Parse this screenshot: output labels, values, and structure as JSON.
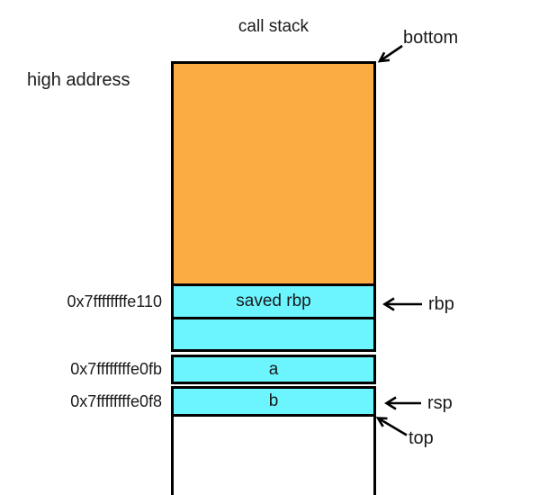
{
  "stack": {
    "title": "call stack",
    "rows": [
      {
        "name": "saved-rbp",
        "label": "saved rbp",
        "address": "0x7ffffffffe110",
        "pointer": "rbp"
      },
      {
        "name": "empty",
        "label": "",
        "address": ""
      },
      {
        "name": "var-a",
        "label": "a",
        "address": "0x7ffffffffe0fb"
      },
      {
        "name": "var-b",
        "label": "b",
        "address": "0x7ffffffffe0f8",
        "pointer": "rsp"
      }
    ]
  },
  "labels": {
    "high_address": "high address"
  },
  "markers": {
    "bottom": "bottom",
    "top": "top"
  },
  "colors": {
    "frame_fill": "#FBAD43",
    "cell_fill": "#6CF5FF",
    "line": "#000000",
    "text": "#1A1A1A"
  }
}
